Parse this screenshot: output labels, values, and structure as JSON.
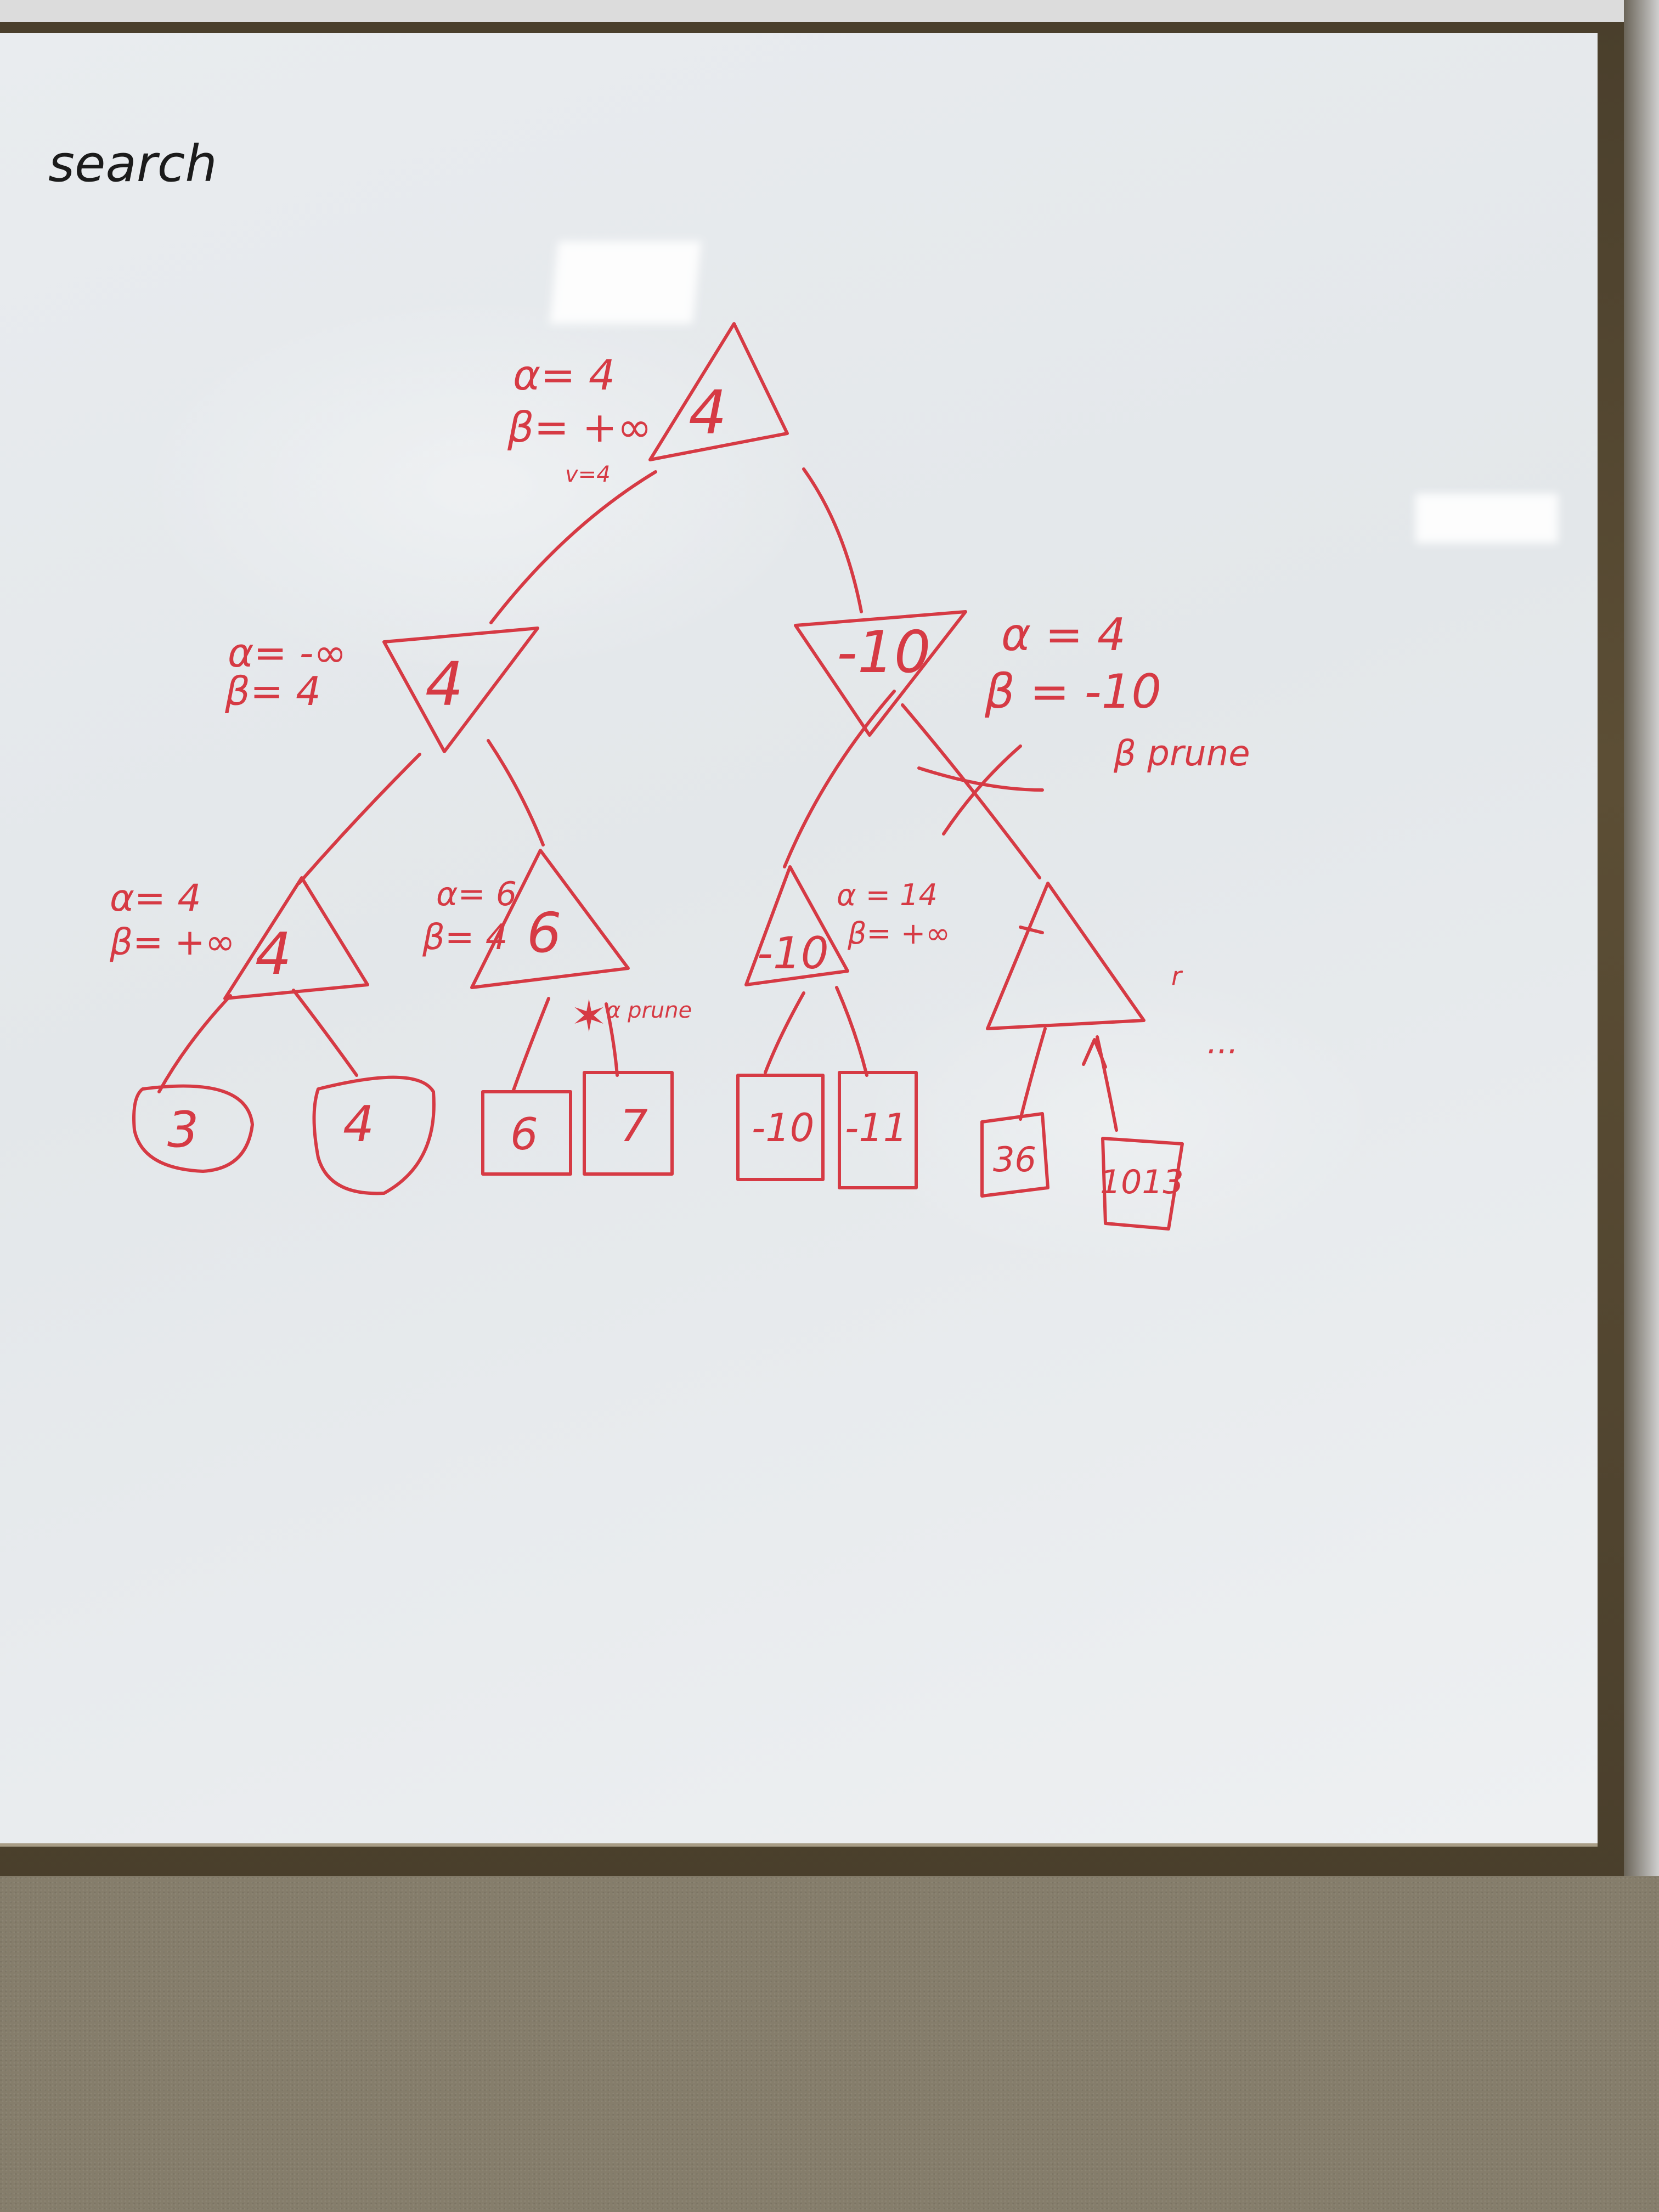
{
  "board": {
    "title": "search",
    "ink_color": "#d63a44",
    "title_color": "#1b1b1b"
  },
  "nodes": {
    "root": {
      "shape": "triangle-up",
      "value": "4",
      "alpha": "α= 4",
      "beta": "β= +∞",
      "v": "v=4"
    },
    "min_left": {
      "shape": "triangle-down",
      "value": "4",
      "alpha": "α= -∞",
      "beta": "β= 4"
    },
    "min_right": {
      "shape": "triangle-down",
      "value": "-10",
      "alpha": "α = 4",
      "beta": "β = -10",
      "note": "β prune"
    },
    "max_1": {
      "shape": "triangle-up",
      "value": "4",
      "alpha": "α= 4",
      "beta": "β= +∞"
    },
    "max_2": {
      "shape": "triangle-up",
      "value": "6",
      "alpha": "α= 6",
      "beta": "β= 4",
      "note": "α prune"
    },
    "max_3": {
      "shape": "triangle-up",
      "value": "-10",
      "alpha": "α = 14",
      "beta": "β= +∞"
    },
    "max_4": {
      "shape": "triangle-up",
      "value": ""
    }
  },
  "leaves": [
    "3",
    "4",
    "6",
    "7",
    "-10",
    "-11",
    "36",
    "1013"
  ],
  "marks": {
    "ellipsis": "..."
  }
}
